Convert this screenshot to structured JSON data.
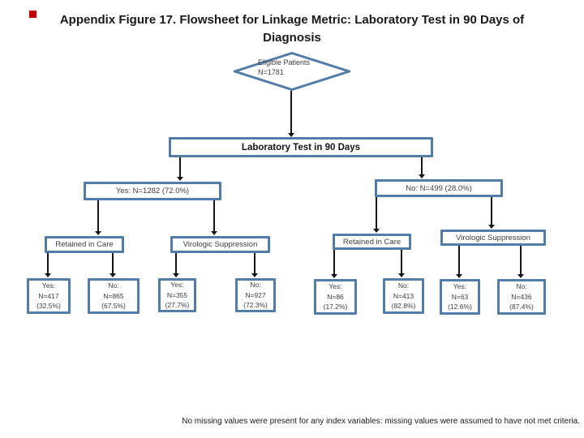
{
  "title": {
    "line1": "Appendix Figure 17. Flowsheet for Linkage Metric: Laboratory Test in 90 Days of",
    "line2": "Diagnosis"
  },
  "flowchart": {
    "eligible": {
      "line1": "Eligible Patients",
      "line2": "N=1781"
    },
    "index_label": "Laboratory Test in 90 Days",
    "yes_branch": "Yes: N=1282 (72.0%)",
    "no_branch": "No: N=499 (28.0%)",
    "yes_retained": "Retained in Care",
    "yes_virologic": "Virologic Suppression",
    "no_retained": "Retained in Care",
    "no_virologic": "Virologic Suppression",
    "leaves": [
      {
        "line1": "Yes:",
        "line2": "N=417",
        "line3": "(32.5%)"
      },
      {
        "line1": "No:",
        "line2": "N=865",
        "line3": "(67.5%)"
      },
      {
        "line1": "Yes:",
        "line2": "N=355",
        "line3": "(27.7%)"
      },
      {
        "line1": "No:",
        "line2": "N=927",
        "line3": "(72.3%)"
      },
      {
        "line1": "Yes:",
        "line2": "N=86",
        "line3": "(17.2%)"
      },
      {
        "line1": "No:",
        "line2": "N=413",
        "line3": "(82.8%)"
      },
      {
        "line1": "Yes:",
        "line2": "N=63",
        "line3": "(12.6%)"
      },
      {
        "line1": "No:",
        "line2": "N=436",
        "line3": "(87.4%)"
      }
    ]
  },
  "footnote": "No missing values were present for any index variables: missing values were assumed to have not met criteria.",
  "colors": {
    "box_border": "#537ca7",
    "connector": "#151515",
    "accent_marker": "#c00000"
  }
}
